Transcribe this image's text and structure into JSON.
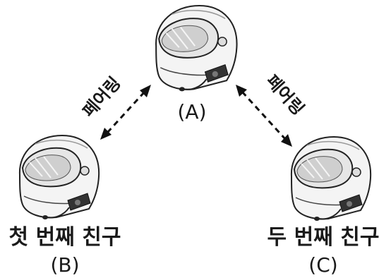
{
  "diagram": {
    "pairing_label_left": "페어링",
    "pairing_label_right": "페어링",
    "helmet_a": {
      "id_label": "(A)"
    },
    "helmet_b": {
      "caption": "첫 번째 친구",
      "id_label": "(B)"
    },
    "helmet_c": {
      "caption": "두 번째 친구",
      "id_label": "(C)"
    }
  }
}
